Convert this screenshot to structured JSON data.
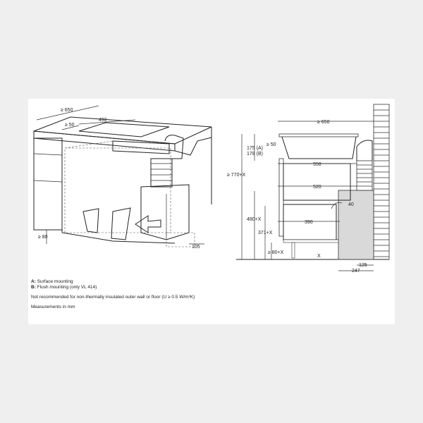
{
  "left_view": {
    "dims": {
      "depth": "≥ 650",
      "hob_width": "492",
      "min_gap": "≥ 50",
      "plinth": "≥ 80",
      "duct": "105"
    }
  },
  "right_view": {
    "dims": {
      "depth": "≥ 650",
      "min_gap": "≥ 50",
      "height_a": "175 (A)",
      "height_b": "178 (B)",
      "total_height": "≥ 770+X",
      "d550": "550",
      "d520": "520",
      "h480": "480+X",
      "d40": "40",
      "d390": "390",
      "h371": "371+X",
      "plinth": "≥ 80+X",
      "x": "X",
      "d125": "125",
      "d247": "247"
    }
  },
  "notes": {
    "a_key": "A:",
    "a_text": " Surface mounting",
    "b_key": "B:",
    "b_text": " Flush mounting (only VL 414)",
    "warning": "Not recommended for non-thermally insulated outer wall or floor (U ≥ 0.5 W/m²K)",
    "units": "Measurements in mm"
  },
  "colors": {
    "panel": "#ffffff",
    "background": "#efefef",
    "duct": "#d9d9d9"
  }
}
